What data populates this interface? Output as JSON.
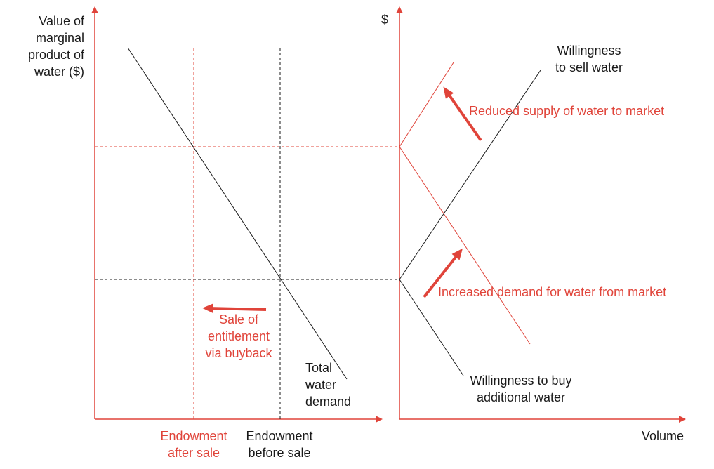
{
  "colors": {
    "accent": "#e0443a",
    "ink": "#1a1a1a"
  },
  "left_panel": {
    "y_axis_label": "Value of\nmarginal\nproduct of\nwater ($)",
    "curve_label": "Total\nwater\ndemand",
    "annotation": "Sale of\nentitlement\nvia buyback",
    "x_tick_after": "Endowment\nafter sale",
    "x_tick_before": "Endowment\nbefore sale"
  },
  "right_panel": {
    "y_axis_label": "$",
    "x_axis_label": "Volume",
    "supply_label": "Willingness\nto sell water",
    "demand_label": "Willingness  to buy\nadditional water",
    "supply_shift_label": "Reduced supply of water to market",
    "demand_shift_label": "Increased demand  for water from market"
  }
}
